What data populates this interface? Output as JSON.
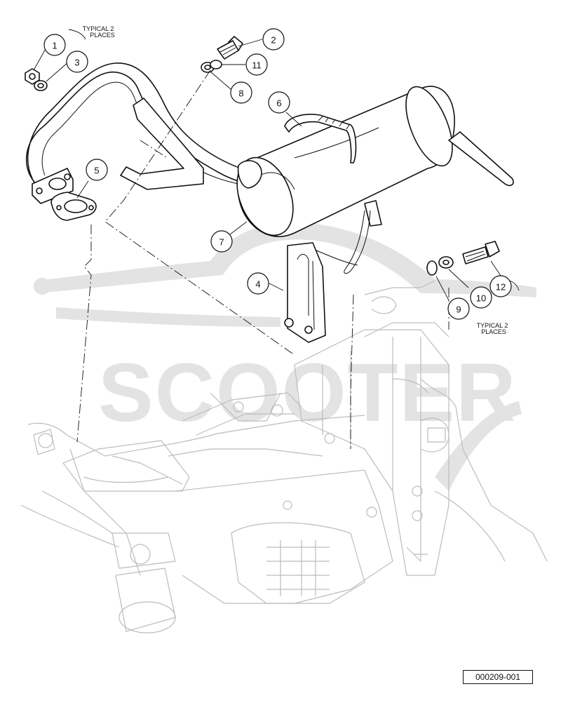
{
  "notes": {
    "typical_top_line1": "TYPICAL 2",
    "typical_top_line2": "PLACES",
    "typical_right_line1": "TYPICAL 2",
    "typical_right_line2": "PLACES"
  },
  "callouts": [
    {
      "id": "1",
      "label": "1"
    },
    {
      "id": "2",
      "label": "2"
    },
    {
      "id": "3",
      "label": "3"
    },
    {
      "id": "4",
      "label": "4"
    },
    {
      "id": "5",
      "label": "5"
    },
    {
      "id": "6",
      "label": "6"
    },
    {
      "id": "7",
      "label": "7"
    },
    {
      "id": "8",
      "label": "8"
    },
    {
      "id": "9",
      "label": "9"
    },
    {
      "id": "10",
      "label": "10"
    },
    {
      "id": "11",
      "label": "11"
    },
    {
      "id": "12",
      "label": "12"
    }
  ],
  "diagram_number": "000209-001",
  "watermark": {
    "text": "SCOOTER",
    "color": "#e3e3e3"
  },
  "colors": {
    "line": "#111111",
    "engine_line": "#bcbcbc",
    "background": "#ffffff"
  }
}
